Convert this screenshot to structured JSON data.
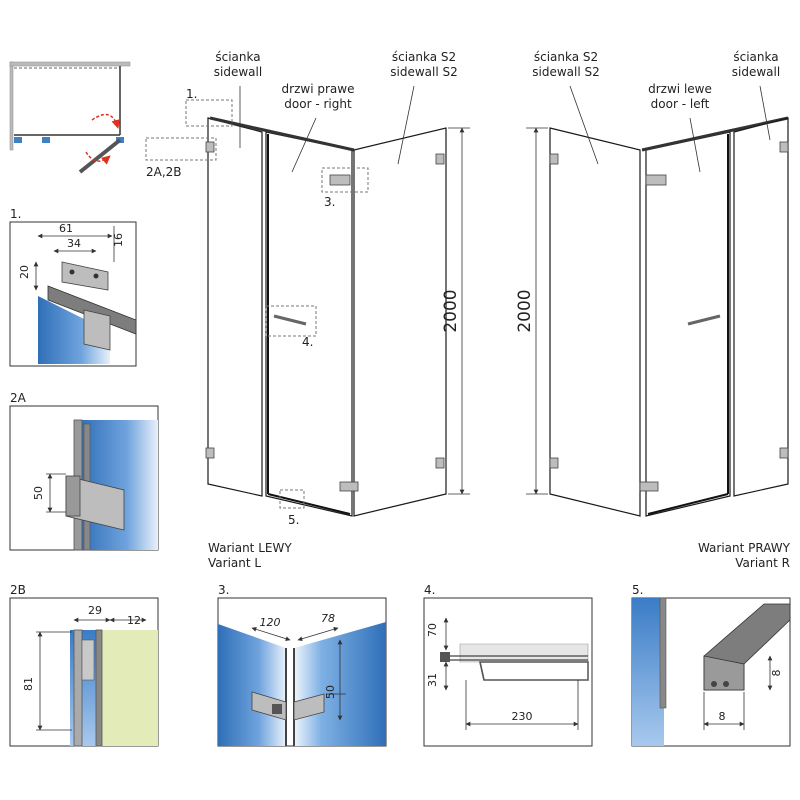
{
  "labels": {
    "left_sidewall_pl": "ścianka",
    "left_sidewall_en": "sidewall",
    "left_door_pl": "drzwi prawe",
    "left_door_en": "door - right",
    "left_sidewall_s2_pl": "ścianka S2",
    "left_sidewall_s2_en": "sidewall S2",
    "right_sidewall_s2_pl": "ścianka S2",
    "right_sidewall_s2_en": "sidewall S2",
    "right_door_pl": "drzwi lewe",
    "right_door_en": "door - left",
    "right_sidewall_pl": "ścianka",
    "right_sidewall_en": "sidewall",
    "height_left": "2000",
    "height_right": "2000",
    "variant_left_pl": "Wariant LEWY",
    "variant_left_en": "Variant L",
    "variant_right_pl": "Wariant PRAWY",
    "variant_right_en": "Variant R"
  },
  "callouts": {
    "c1": "1.",
    "c2": "2A,2B",
    "c3": "3.",
    "c4": "4.",
    "c5": "5."
  },
  "details": {
    "d1": {
      "title": "1.",
      "dim_61": "61",
      "dim_34": "34",
      "dim_16": "16",
      "dim_20": "20"
    },
    "d2a": {
      "title": "2A",
      "dim_50": "50"
    },
    "d2b": {
      "title": "2B",
      "dim_29": "29",
      "dim_12": "12",
      "dim_81": "81"
    },
    "d3": {
      "title": "3.",
      "dim_120": "120",
      "dim_78": "78",
      "dim_50": "50"
    },
    "d4": {
      "title": "4.",
      "dim_70": "70",
      "dim_31": "31",
      "dim_230": "230"
    },
    "d5": {
      "title": "5.",
      "dim_8a": "8",
      "dim_8b": "8"
    }
  },
  "colors": {
    "glass_blue": "#3f7fc4",
    "wall_yellow": "#e3ebb8",
    "arrow_red": "#e03020"
  }
}
